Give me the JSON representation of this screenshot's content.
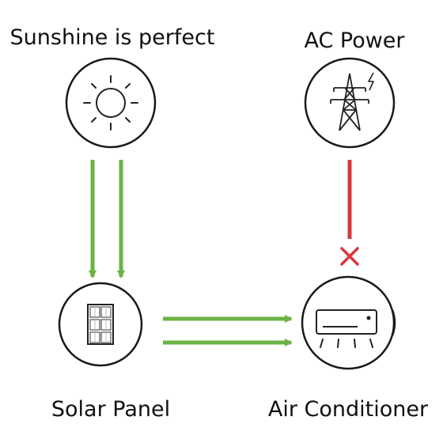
{
  "labels": {
    "sun": "Sunshine is perfect",
    "grid": "AC Power",
    "panel": "Solar Panel",
    "ac": "Air Conditioner"
  },
  "nodes": {
    "sun": {
      "icon": "sun-icon"
    },
    "grid": {
      "icon": "power-tower-icon"
    },
    "panel": {
      "icon": "solar-panel-icon"
    },
    "ac": {
      "icon": "air-conditioner-icon"
    }
  },
  "connections": [
    {
      "from": "sun",
      "to": "panel",
      "status": "active",
      "arrows": 2
    },
    {
      "from": "panel",
      "to": "ac",
      "status": "active",
      "arrows": 2
    },
    {
      "from": "grid",
      "to": "ac",
      "status": "blocked",
      "arrows": 0
    }
  ],
  "colors": {
    "active": "#6ab344",
    "blocked": "#d8383c",
    "outline": "#1a1a1a",
    "text": "#111111"
  }
}
